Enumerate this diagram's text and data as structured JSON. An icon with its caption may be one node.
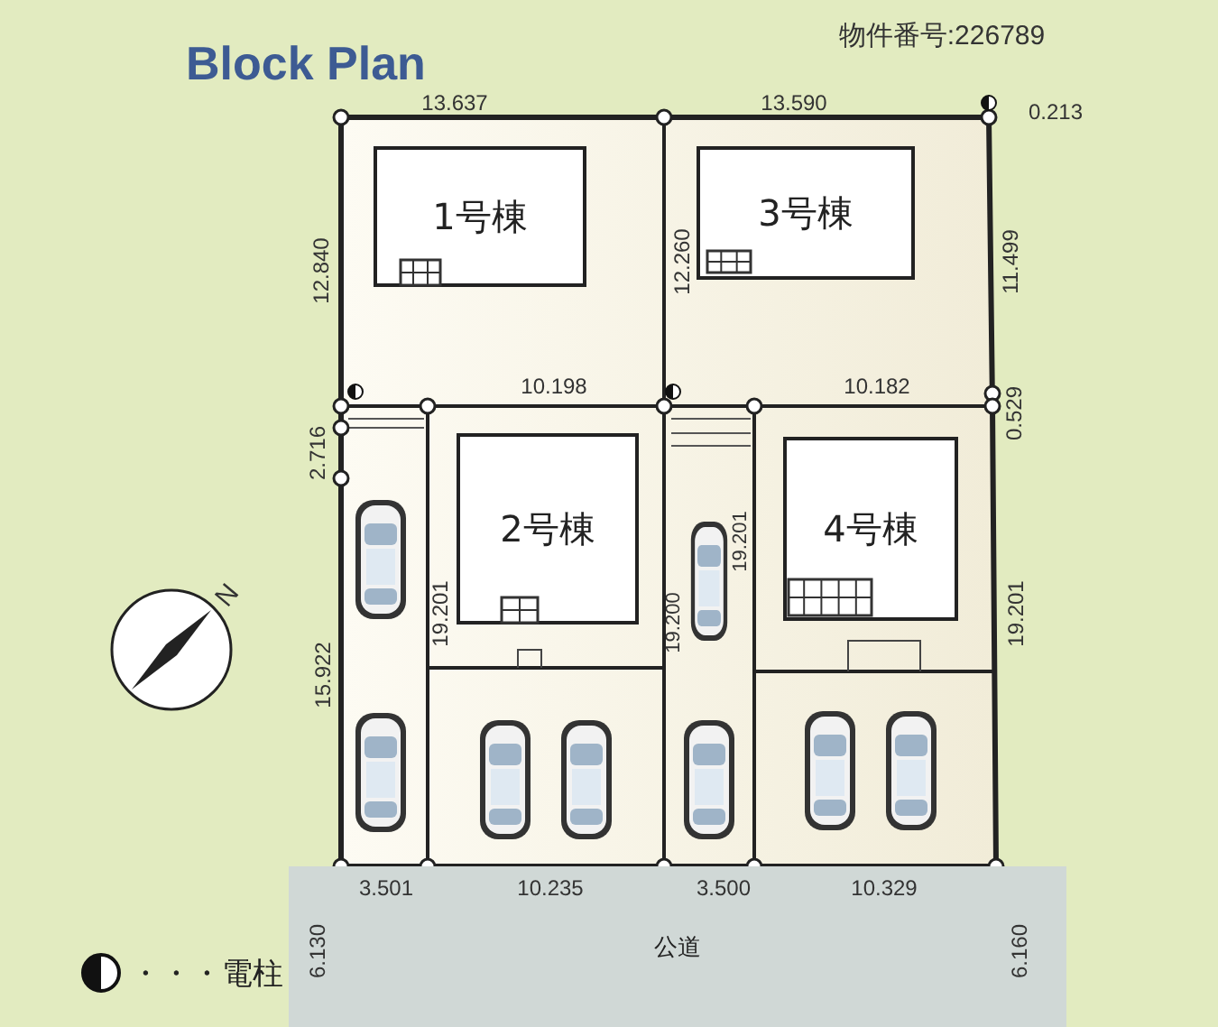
{
  "diagram": {
    "title": "Block Plan",
    "nodes": [
      {
        "text": [
          "1号棟"
        ]
      },
      {
        "text": [
          "3号棟"
        ]
      },
      {
        "text": [
          "2号棟"
        ]
      },
      {
        "text": [
          "4号棟"
        ]
      },
      {
        "text": [
          "公道"
        ]
      }
    ],
    "labels": [
      "物件番号:226789",
      "13.637",
      "13.590",
      "0.213",
      "12.840",
      "12.260",
      "11.499",
      "10.198",
      "10.182",
      "0.529",
      "2.716",
      "19.201",
      "19.200",
      "19.201",
      "15.922",
      "19.201",
      "N",
      "3.501",
      "10.235",
      "3.500",
      "10.329",
      "6.130",
      "6.160"
    ],
    "legend": [
      {
        "text": "・・・電柱"
      }
    ]
  }
}
